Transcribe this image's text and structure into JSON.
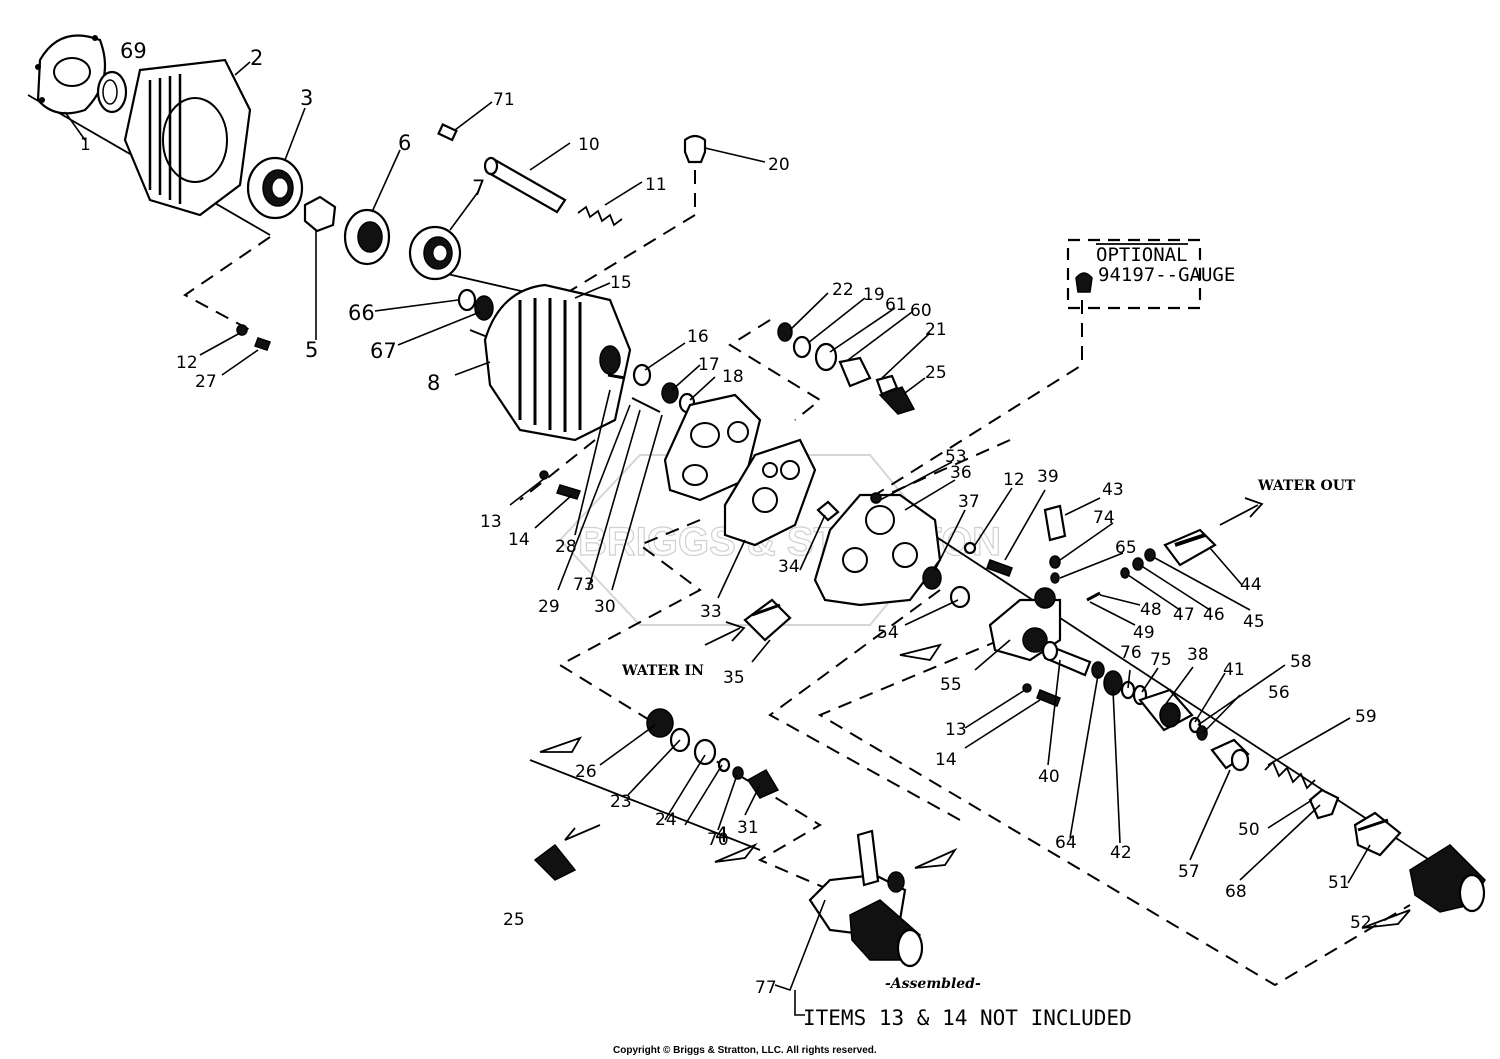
{
  "labels": {
    "p1": "1",
    "p2": "2",
    "p3": "3",
    "p4": "4",
    "p5": "5",
    "p6": "6",
    "p7": "7",
    "p8": "8",
    "p10": "10",
    "p11": "11",
    "p12a": "12",
    "p12b": "12",
    "p13a": "13",
    "p13b": "13",
    "p14a": "14",
    "p14b": "14",
    "p15": "15",
    "p16": "16",
    "p17": "17",
    "p18": "18",
    "p19": "19",
    "p20": "20",
    "p21": "21",
    "p22": "22",
    "p23": "23",
    "p24": "24",
    "p25a": "25",
    "p25b": "25",
    "p26": "26",
    "p27": "27",
    "p28": "28",
    "p29": "29",
    "p30": "30",
    "p31": "31",
    "p33": "33",
    "p34": "34",
    "p35": "35",
    "p36": "36",
    "p37": "37",
    "p38": "38",
    "p39": "39",
    "p40": "40",
    "p41": "41",
    "p42": "42",
    "p43": "43",
    "p44": "44",
    "p45": "45",
    "p46": "46",
    "p47": "47",
    "p48": "48",
    "p49": "49",
    "p50": "50",
    "p51": "51",
    "p52": "52",
    "p53": "53",
    "p54": "54",
    "p55": "55",
    "p56": "56",
    "p57": "57",
    "p58": "58",
    "p59": "59",
    "p60": "60",
    "p61": "61",
    "p64": "64",
    "p65": "65",
    "p66": "66",
    "p67": "67",
    "p68": "68",
    "p69": "69",
    "p70": "70",
    "p71": "71",
    "p73": "73",
    "p74": "74",
    "p75": "75",
    "p76": "76",
    "p77": "77"
  },
  "callouts": {
    "optional_title": "OPTIONAL",
    "optional_gauge": "94197--GAUGE",
    "water_out": "WATER OUT",
    "water_in": "WATER IN",
    "assembled": "-Assembled-",
    "note": "ITEMS 13 & 14 NOT INCLUDED"
  },
  "watermark": "BRIGGS & STRATTON",
  "copyright": "Copyright © Briggs & Stratton, LLC. All rights reserved."
}
